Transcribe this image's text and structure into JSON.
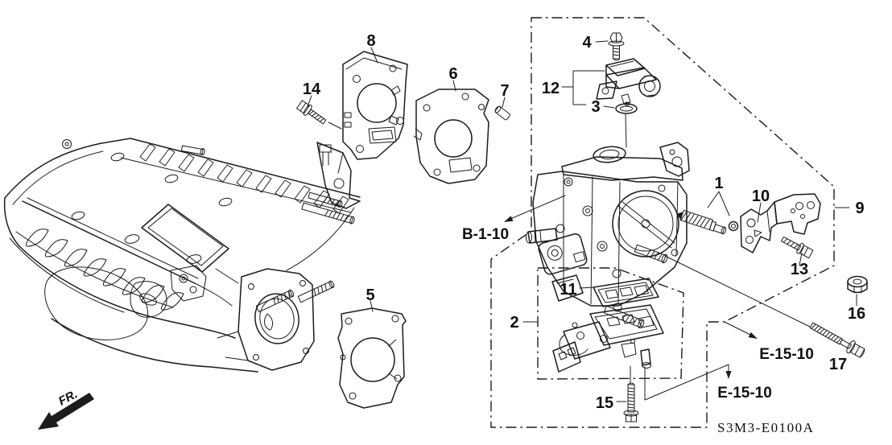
{
  "diagram": {
    "code": "S3M3-E0100A",
    "front_marker": "FR.",
    "cross_references": {
      "b110": "B-1-10",
      "e1510_upper": "E-15-10",
      "e1510_lower": "E-15-10"
    },
    "callouts": {
      "c1": "1",
      "c2": "2",
      "c3": "3",
      "c4": "4",
      "c5": "5",
      "c6": "6",
      "c7": "7",
      "c8": "8",
      "c9": "9",
      "c10": "10",
      "c11": "11",
      "c12": "12",
      "c13": "13",
      "c14": "14",
      "c15": "15",
      "c16": "16",
      "c17": "17"
    }
  }
}
